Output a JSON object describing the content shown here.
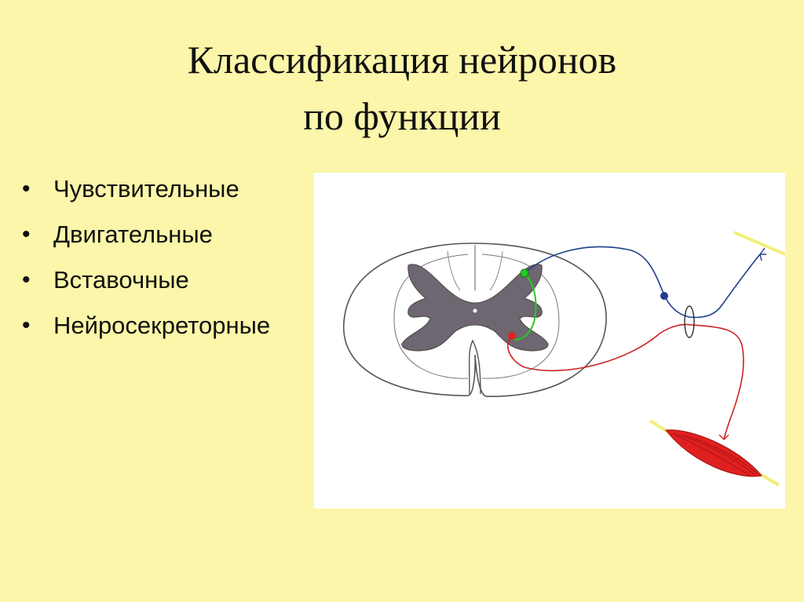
{
  "slide": {
    "title_lines": [
      "Классификация нейронов",
      "по функции"
    ],
    "bullets": [
      "Чувствительные",
      "Двигательные",
      "Вставочные",
      "Нейросекреторные"
    ]
  },
  "colors": {
    "background": "#fbf6a9",
    "gray_matter": "#6e6670",
    "sensory_neuron": "#1f3f8a",
    "interneuron": "#22cc22",
    "motor_neuron": "#cc2222",
    "muscle": "#e02020",
    "receptor": "#f2ee7a"
  },
  "figure": {
    "content": "spinal cord reflex arc: sensory, intercalary and motor neurons with muscle"
  }
}
